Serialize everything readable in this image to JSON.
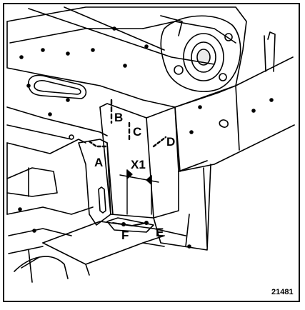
{
  "diagram": {
    "callouts": {
      "a": "A",
      "b": "B",
      "c": "C",
      "d": "D",
      "e": "E",
      "f": "F",
      "x1": "X1"
    },
    "reference_number": "21481",
    "colors": {
      "ink": "#000000",
      "paper": "#ffffff"
    }
  }
}
